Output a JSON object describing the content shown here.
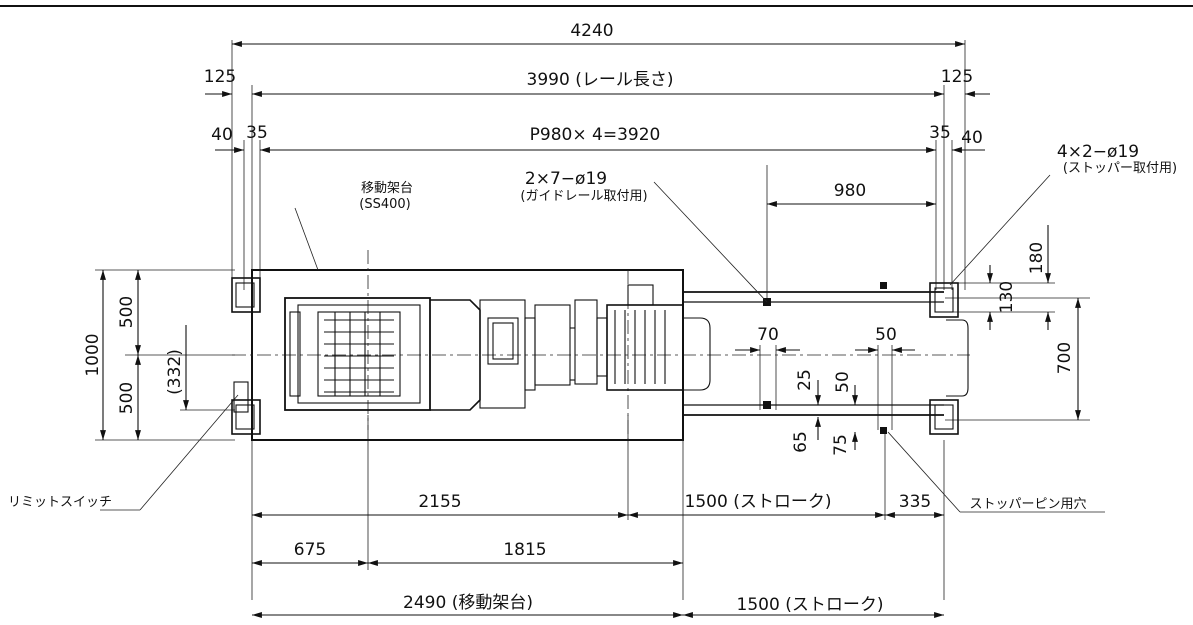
{
  "dimensions": {
    "overall_length": "4240",
    "rail_length": "3990 (レール長さ)",
    "end_left": "125",
    "end_right": "125",
    "pitch": "P980× 4=3920",
    "off_40_left": "40",
    "off_35_left": "35",
    "off_35_right": "35",
    "off_40_right": "40",
    "pitch_980": "980",
    "width_total": "1000",
    "half_top": "500",
    "half_bottom": "500",
    "offset_332": "(332)",
    "h180": "180",
    "h130": "130",
    "h700": "700",
    "d70": "70",
    "d50": "50",
    "v25": "25",
    "v50": "50",
    "v65": "65",
    "v75": "75",
    "bot_2155": "2155",
    "bot_stroke1": "1500 (ストローク)",
    "bot_335": "335",
    "bot_675": "675",
    "bot_1815": "1815",
    "bot_2490": "2490 (移動架台)",
    "bot_stroke2": "1500 (ストローク)"
  },
  "labels": {
    "moving_frame_line1": "移動架台",
    "moving_frame_line2": "(SS400)",
    "guide_holes_line1": "2×7−ø19",
    "guide_holes_line2": "(ガイドレール取付用)",
    "stopper_holes_line1": "4×2−ø19",
    "stopper_holes_line2": "(ストッパー取付用)",
    "limit_switch": "リミットスイッチ",
    "stopper_pin_hole": "ストッパーピン用穴"
  }
}
